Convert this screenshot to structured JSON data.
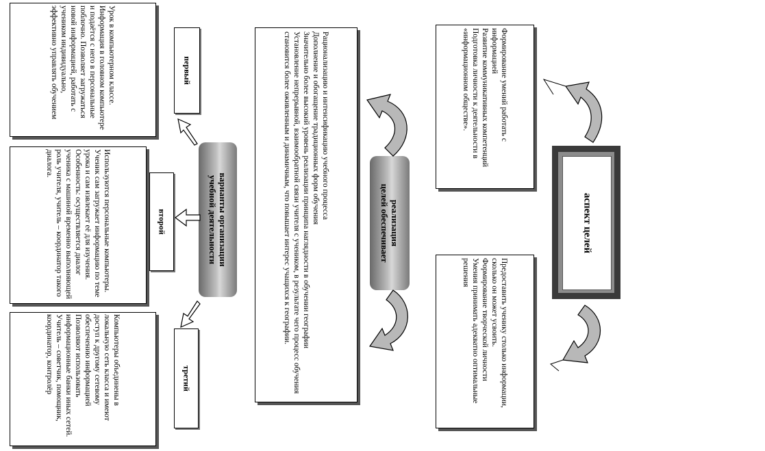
{
  "aspect_goals": {
    "title": "аспект целей",
    "left_text": "Формирование умений работать с информацией\nРазвитие коммуникативных компетенций\nПодготовка личности к деятельности в «информационном обществе».",
    "right_text": "Предоставить ученику столько информации, сколько он может усвоить.\nФормирование творческой личности\nУмения принимать адекватно оптимальные решения"
  },
  "realization": {
    "title": "реализация\nцелей обеспечивает",
    "text": "Рационализацию и интенсификацию учебного процесса\nДополнение и обогащение традиционных форм обучения\nЗначительно более высокий уровень реализации принципа наглядности в обучении географии\nУстановление непрерывной, взаимообратной связи учителя с учеником, в результате чего процесс обучения становится более оживленным и динамичным, что повышает интерес учащихся к географии."
  },
  "variants": {
    "title": "варианты организации\nучебной деятельности",
    "first": {
      "label": "первый",
      "text": "Урок в компьютерном классе. Информация в головном компьютере и подаётся с него в персональные поблочно. Позволяет загружаться новой информацией, работать с учеником индивидуально, эффективно управлять обучением"
    },
    "second": {
      "label": "второй",
      "text": "Используются персональные компьютеры. Ученик сам загружает информацию по теме урока и сам извлекает её для изучения. Особенность: осуществляется диалог ученика с машиной временно выполняющей роль учителя, учитель – координатор такого диалога."
    },
    "third": {
      "label": "третий",
      "text": "Компьютеры объединены в локальную сеть класса и имеют доступ к другому сетевому обеспечению информацией\nПозволяют использовать информационные банки иных сетей. Учитель – советчик, помощник, координатор, контролёр"
    }
  },
  "colors": {
    "frame_outer": "#3a3a3a",
    "frame_inner": "#8c8c8c",
    "pill_dark": "#6a6a6a",
    "pill_light": "#d8d8d8",
    "arrow_fill": "#b8b8b8"
  }
}
